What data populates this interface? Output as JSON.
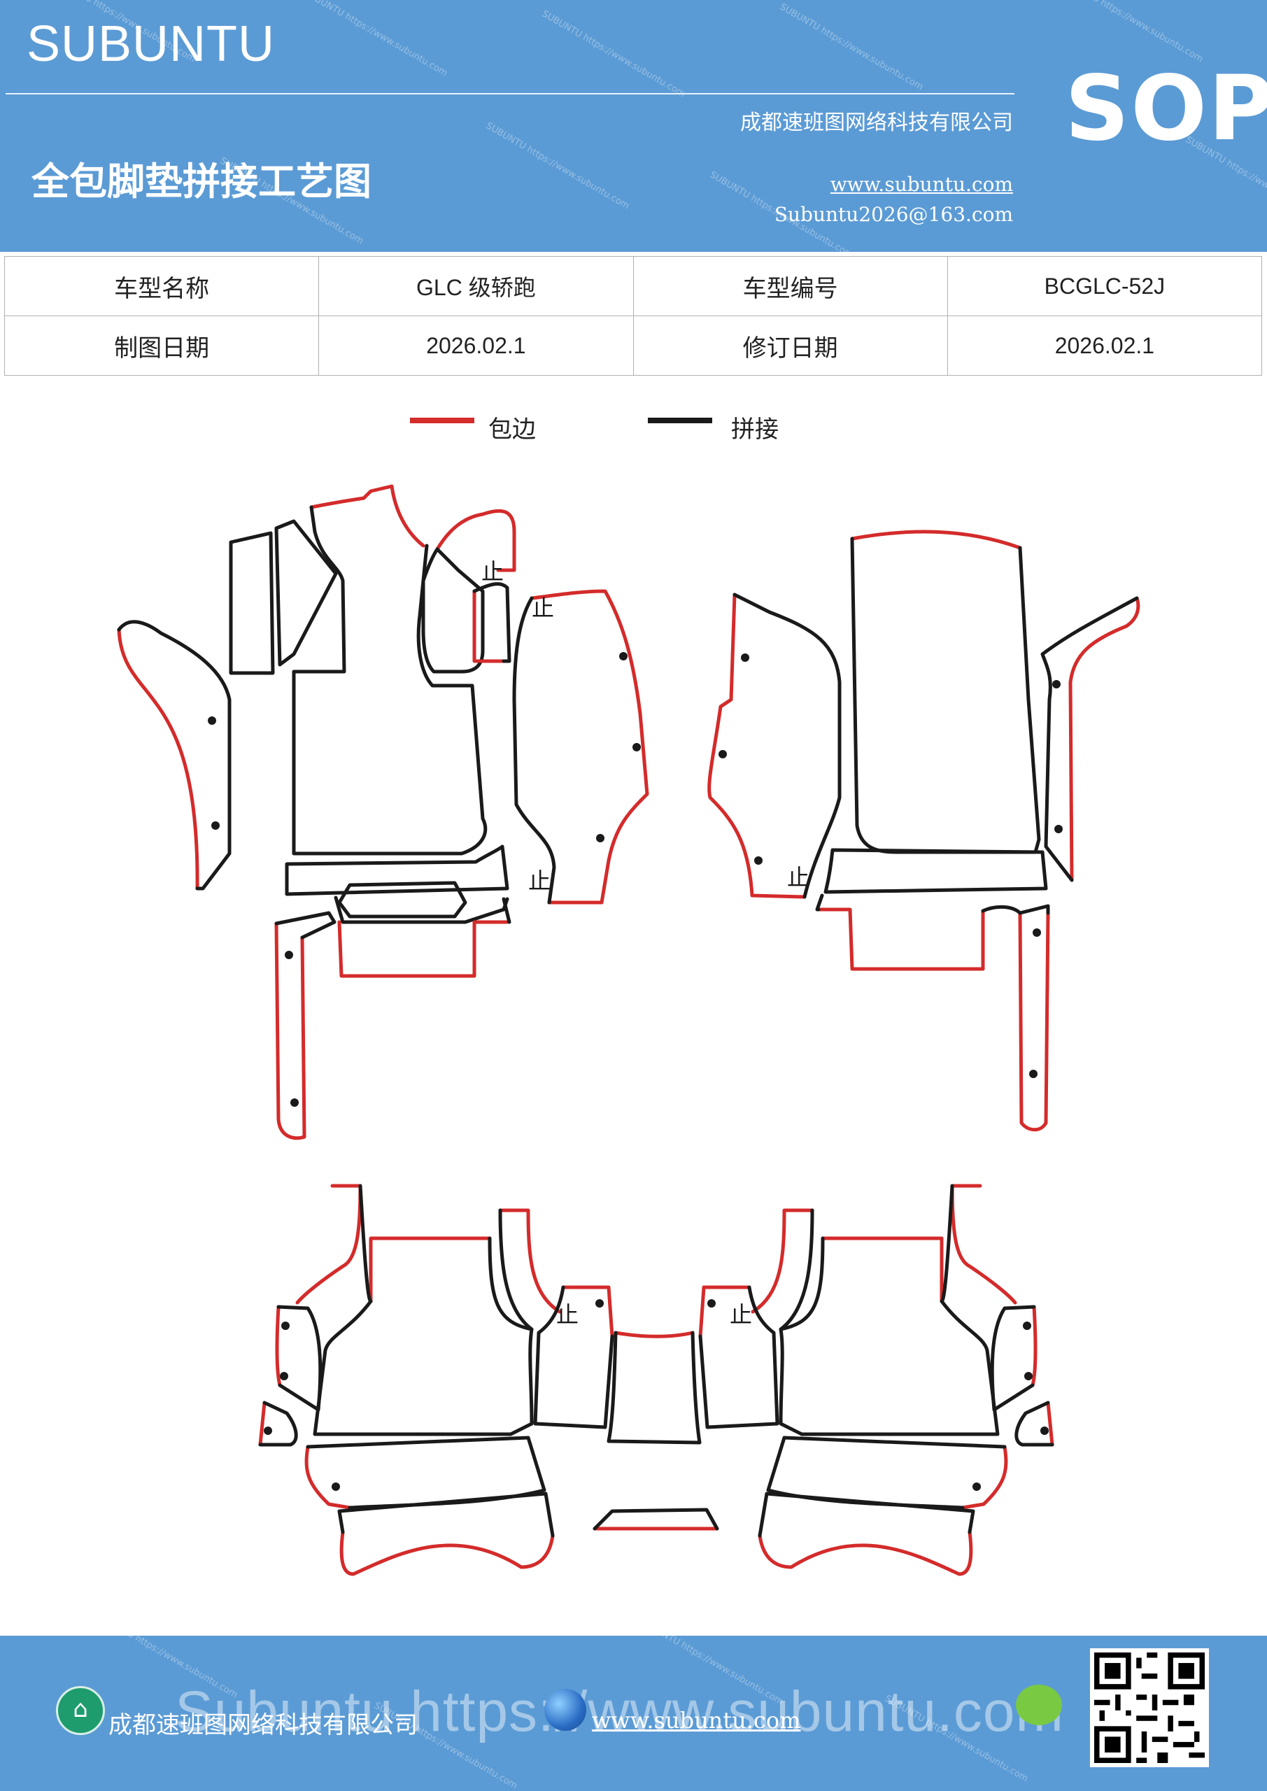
{
  "header": {
    "brand": "SUBUNTU",
    "title": "全包脚垫拼接工艺图",
    "company": "成都速班图网络科技有限公司",
    "website": "www.subuntu.com",
    "email": "Subuntu2026@163.com",
    "sop": "SOP"
  },
  "info_table": {
    "rows": [
      {
        "label1": "车型名称",
        "value1": "GLC 级轿跑",
        "label2": "车型编号",
        "value2": "BCGLC-52J"
      },
      {
        "label1": "制图日期",
        "value1": "2026.02.1",
        "label2": "修订日期",
        "value2": "2026.02.1"
      }
    ]
  },
  "legend": {
    "items": [
      {
        "label": "包边",
        "color": "#d42b2b"
      },
      {
        "label": "拼接",
        "color": "#1a1a1a"
      }
    ]
  },
  "diagram": {
    "stop_mark": "止"
  },
  "footer": {
    "company": "成都速班图网络科技有限公司",
    "watermark_text": "Subuntu https://www.subuntu.com",
    "website": "www.subuntu.com",
    "icons": [
      "home-icon",
      "globe-icon",
      "wechat-icon",
      "qr-code"
    ]
  },
  "colors": {
    "brand_blue": "#5b9bd5",
    "edge_red": "#d42b2b",
    "seam_black": "#1a1a1a"
  }
}
